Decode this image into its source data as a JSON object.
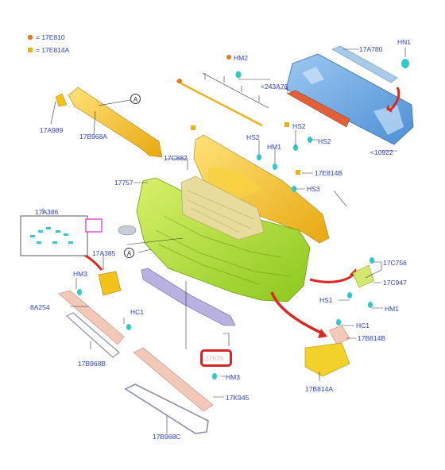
{
  "legend": {
    "dot_label": "= 17E810",
    "square_label": "= 17E814A",
    "dot_color": "#e07a22",
    "square_color": "#e8b21c"
  },
  "callout_letter": "A",
  "labels": {
    "hn1": "HN1",
    "p17a780": "17A780",
    "hm2": "HM2",
    "p243a76": "<243A76",
    "p17a989": "17A989",
    "p17b968a": "17B968A",
    "hs2a": "HS2",
    "hs2b": "HS2",
    "hs2c": "HS2",
    "hm1a": "HM1",
    "p10922": "<10922",
    "p17c882": "17C882",
    "p17757": "17757",
    "p17e814b": "17E814B",
    "hs3": "HS3",
    "p17a386": "17A386",
    "p17a385": "17A385",
    "p17c756": "17C756",
    "p17c947": "17C947",
    "hs1": "HS1",
    "hm1b": "HM1",
    "hm3a": "HM3",
    "p8a254": "8A254",
    "hc1a": "HC1",
    "hc1b": "HC1",
    "p17b814b": "17B814B",
    "p17b968b": "17B968B",
    "p17626": "17626",
    "hm3b": "HM3",
    "p17k945": "17K945",
    "p17b814a": "17B814A",
    "p17b968c": "17B968C"
  },
  "colors": {
    "label_blue": "#2b3fbf",
    "bumper_green": "#b6e03a",
    "bracket_yellow": "#f2c21a",
    "reinforcement_blue": "#6aa6e0",
    "absorber_red": "#e0603a",
    "grille_beige": "#e8dc9c",
    "arrow_red": "#d82a22",
    "clip_cyan": "#30c8c8"
  }
}
